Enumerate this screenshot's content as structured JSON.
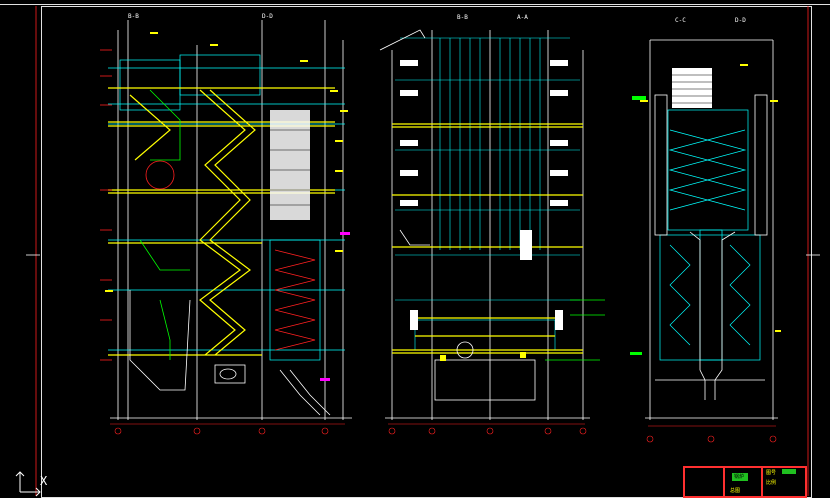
{
  "drawing": {
    "section_labels": {
      "view1_a": "B-B",
      "view1_b": "D-D",
      "view2_a": "B-B",
      "view2_b": "A-A",
      "view3_a": "C-C",
      "view3_b": "D-D"
    },
    "axis_marker": "X",
    "title_block": {
      "stamp": "锅炉",
      "sheet_no": "图号",
      "scale": "比例",
      "sheet_title": "总图"
    },
    "colors": {
      "background": "#000000",
      "structure": "#ffffff",
      "cyan": "#00ffff",
      "yellow": "#ffff00",
      "green": "#00ff00",
      "red": "#ff2020",
      "magenta": "#ff00ff"
    }
  }
}
